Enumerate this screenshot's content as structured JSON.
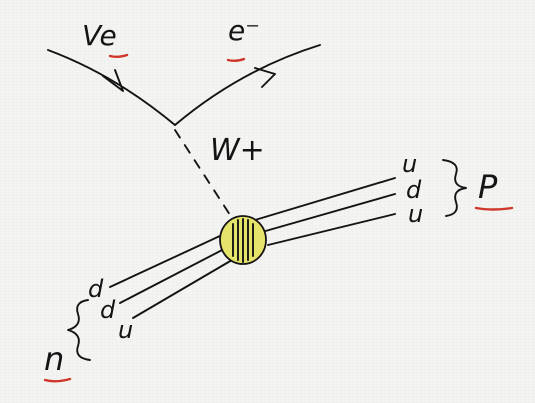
{
  "colors": {
    "ink": "#141414",
    "highlight": "#d0372b",
    "blob_fill": "#e6e36a",
    "paper": "#f4f4f2"
  },
  "labels": {
    "neutrino": "Ve",
    "electron": "e⁻",
    "w_boson": "W+",
    "proton": "P",
    "neutron": "n",
    "proton_quarks": [
      "u",
      "d",
      "u"
    ],
    "neutron_quarks": [
      "d",
      "d",
      "u"
    ]
  }
}
